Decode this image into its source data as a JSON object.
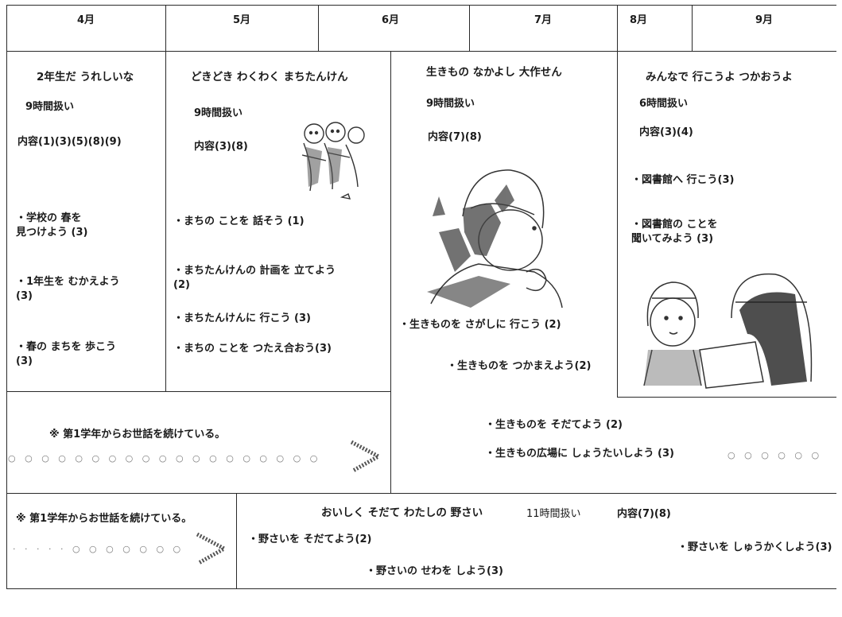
{
  "header": {
    "months": [
      "4月",
      "5月",
      "6月",
      "7月",
      "8月",
      "9月"
    ]
  },
  "units": {
    "spring": {
      "title": "2年生だ うれしいな",
      "hours": "9時間扱い",
      "content": "内容(1)(3)(5)(8)(9)",
      "activities": [
        "・学校の 春を\n 見つけよう (3)",
        "・1年生を むかえよう\n (3)",
        "・春の まちを 歩こう\n (3)"
      ]
    },
    "town": {
      "title": "どきどき わくわく まちたんけん",
      "hours": "9時間扱い",
      "content": "内容(3)(8)",
      "activities": [
        "・まちの ことを 話そう (1)",
        "・まちたんけんの 計画を 立てよう\n (2)",
        "・まちたんけんに 行こう (3)",
        "・まちの ことを つたえ合おう(3)"
      ]
    },
    "creatures": {
      "title": "生きもの なかよし 大作せん",
      "hours": "9時間扱い",
      "content": "内容(7)(8)",
      "activities": [
        "・生きものを さがしに 行こう (2)",
        "・生きものを つかまえよう(2)",
        "・生きものを そだてよう (2)",
        "・生きもの広場に しょうたいしよう (3)"
      ]
    },
    "library": {
      "title": "みんなで 行こうよ つかおうよ",
      "hours": "6時間扱い",
      "content": "内容(3)(4)",
      "activities": [
        "・図書館へ 行こう(3)",
        "・図書館の ことを\n 聞いてみよう (3)"
      ]
    },
    "continuing_note_1": "※ 第1学年からお世話を続けている。",
    "continuing_note_2": "※ 第1学年からお世話を続けている。",
    "vegetables": {
      "title": "おいしく そだて わたしの 野さい",
      "hours": "11時間扱い",
      "content": "内容(7)(8)",
      "activities": [
        "・野さいを そだてよう(2)",
        "・野さいの せわを しよう(3)",
        "・野さいを しゅうかくしよう(3)"
      ]
    }
  },
  "icons": [
    "children-walking-illustration",
    "child-with-crayfish-illustration",
    "children-reading-illustration",
    "continuation-arrow-icon"
  ]
}
